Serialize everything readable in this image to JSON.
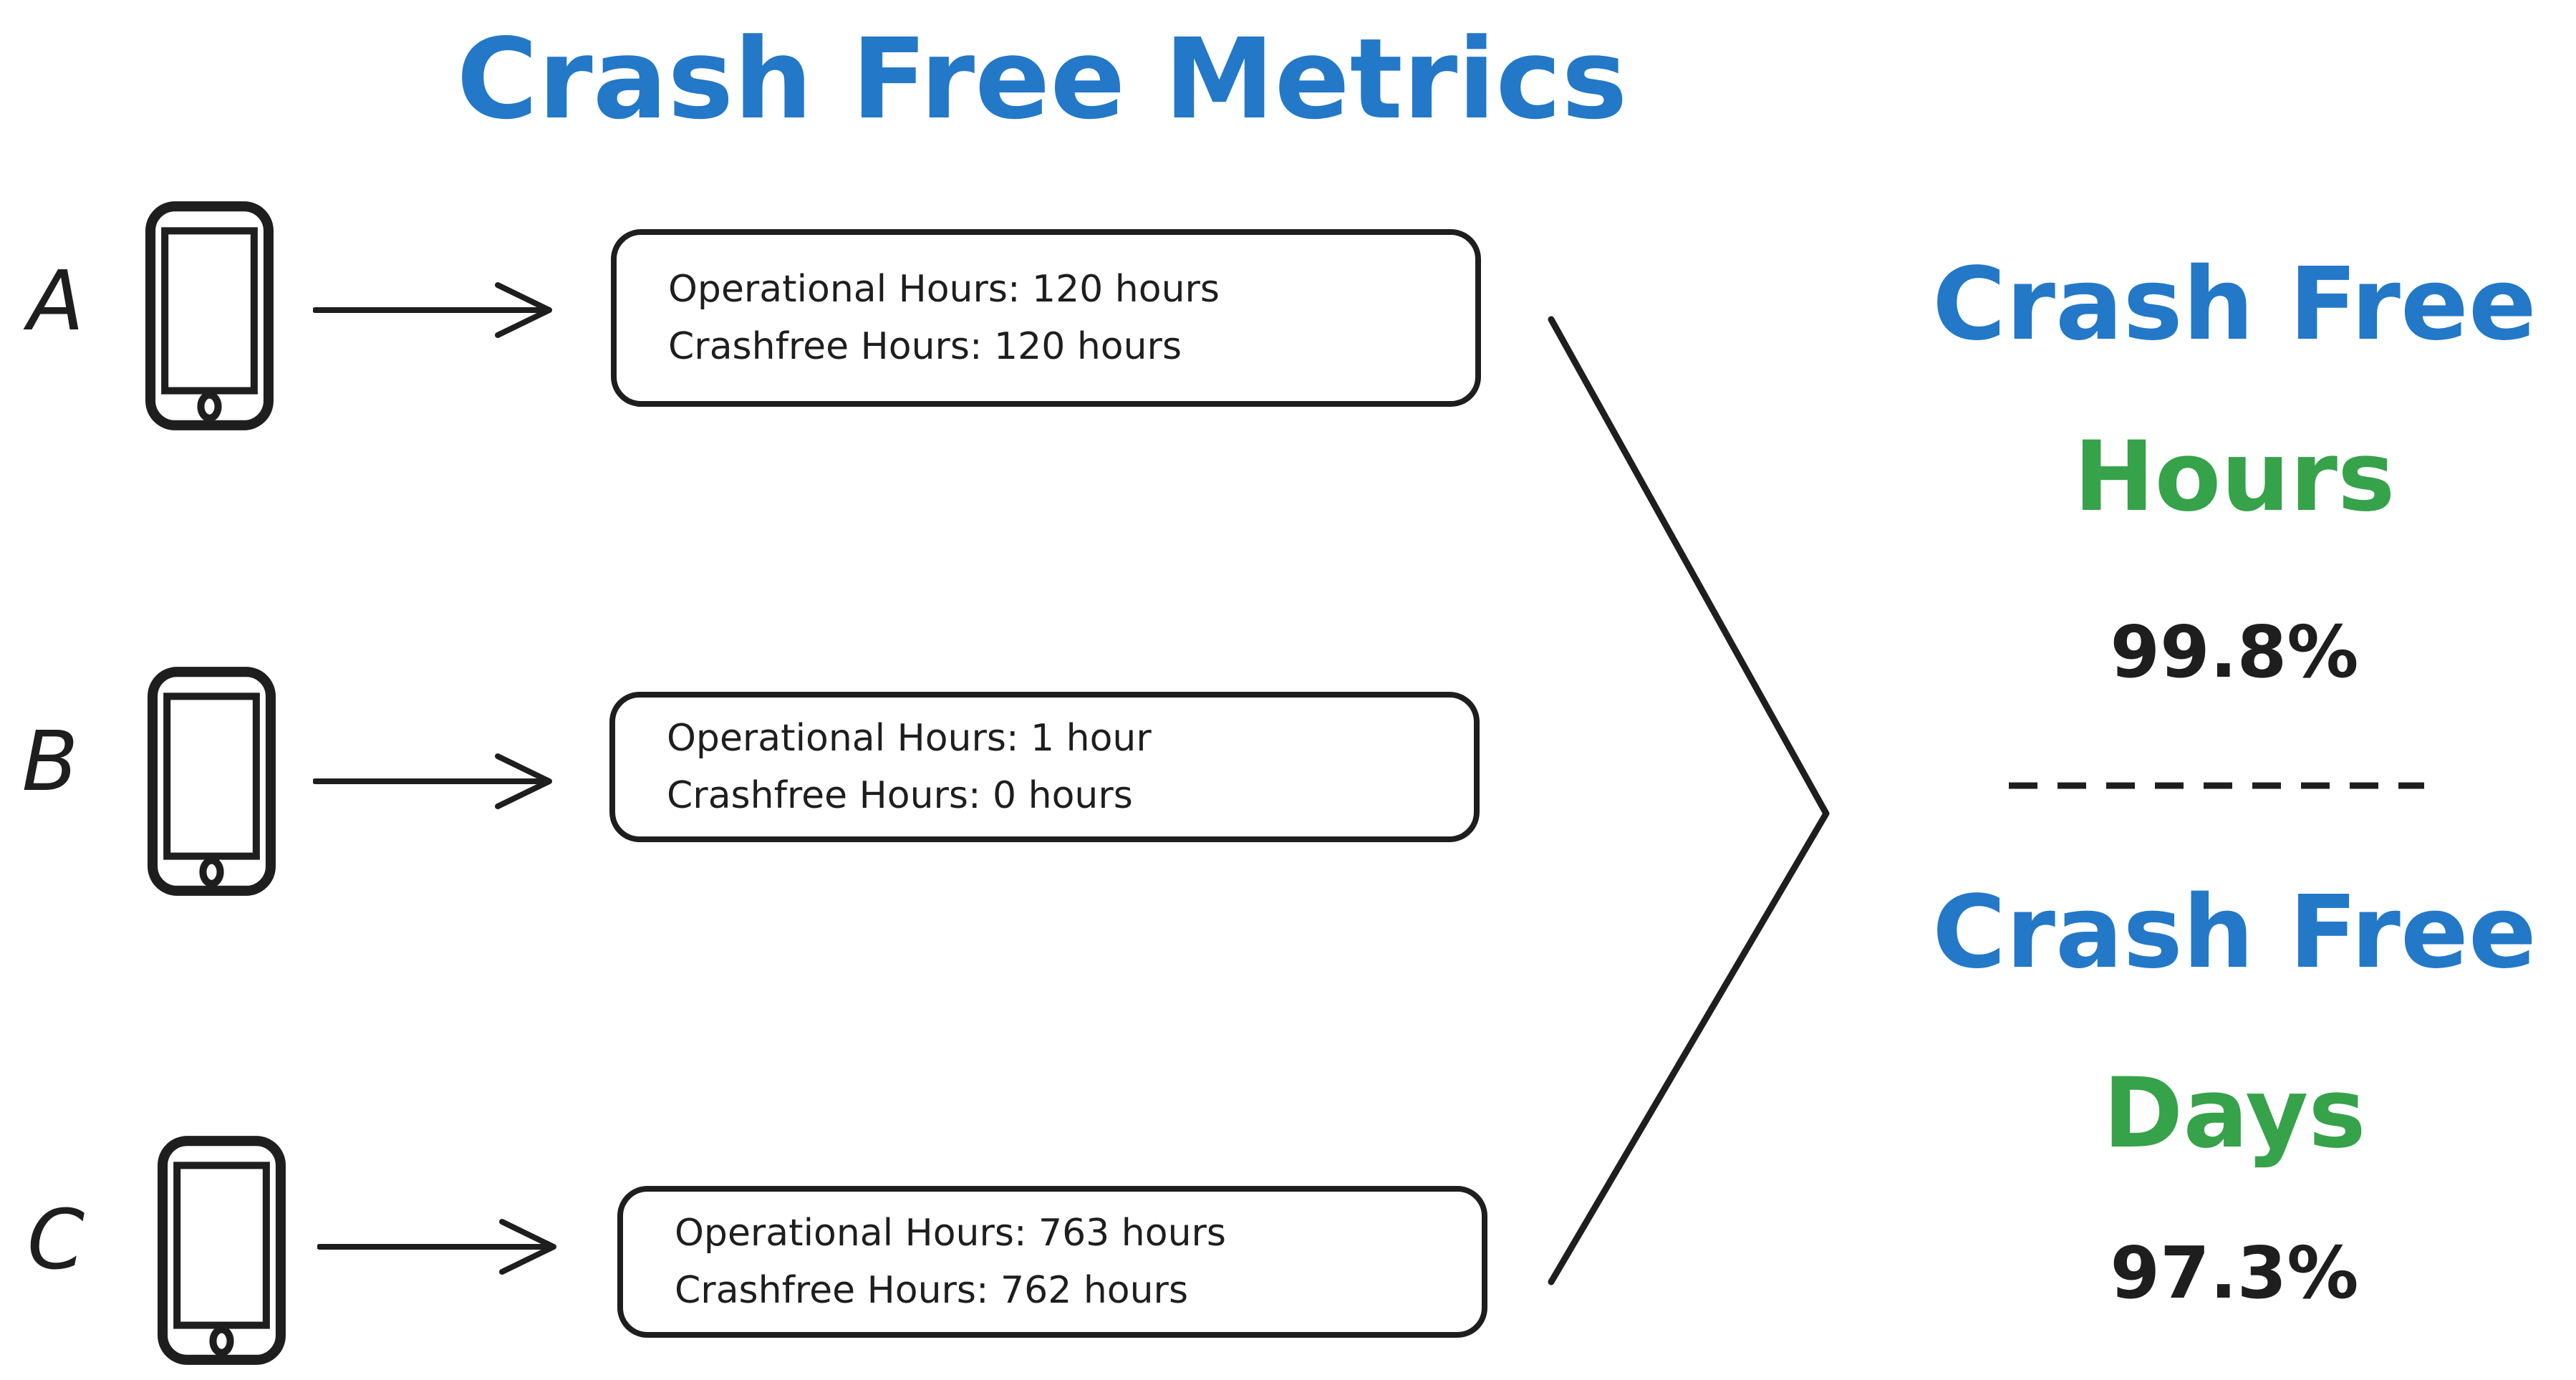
{
  "title": "Crash Free Metrics",
  "colors": {
    "blue": "#2378c8",
    "green": "#36a24a",
    "ink": "#1e1e1e",
    "background": "#ffffff"
  },
  "icons": {
    "device": "smartphone-icon",
    "flow": "arrow-right-icon",
    "merge": "chevron-merge-icon",
    "divider": "dashed-line-divider"
  },
  "devices": [
    {
      "label": "A",
      "operational": "Operational Hours: 120 hours",
      "crashfree": "Crashfree Hours: 120 hours"
    },
    {
      "label": "B",
      "operational": "Operational Hours: 1 hour",
      "crashfree": "Crashfree Hours: 0 hours"
    },
    {
      "label": "C",
      "operational": "Operational Hours: 763 hours",
      "crashfree": "Crashfree Hours: 762 hours"
    }
  ],
  "metrics": [
    {
      "title": "Crash Free",
      "unit": "Hours",
      "value": "99.8%"
    },
    {
      "title": "Crash Free",
      "unit": "Days",
      "value": "97.3%"
    }
  ]
}
